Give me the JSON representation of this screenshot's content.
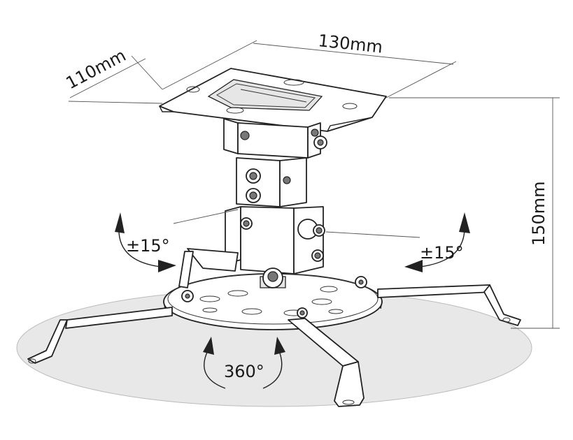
{
  "diagram": {
    "labels": {
      "width": "130mm",
      "depth": "110mm",
      "height": "150mm",
      "tilt_left": "±15°",
      "tilt_right": "±15°",
      "rotation": "360°"
    },
    "colors": {
      "line": "#222222",
      "shadow": "#e6e6e6",
      "background": "#ffffff"
    }
  }
}
